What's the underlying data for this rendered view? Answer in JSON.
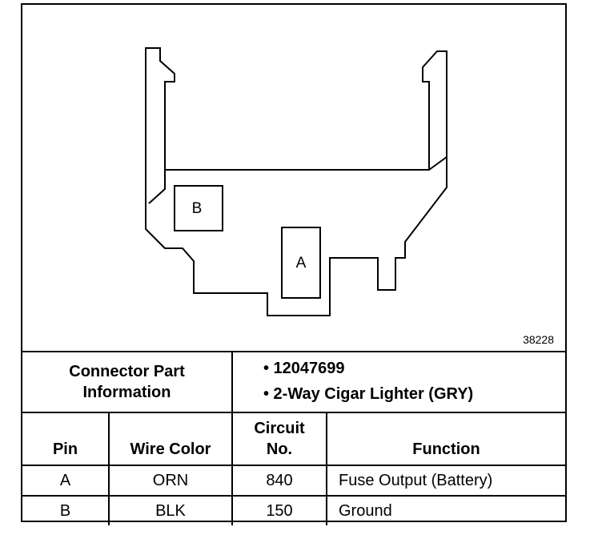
{
  "figure_id": "38228",
  "connector": {
    "pins_labels": [
      "B",
      "A"
    ]
  },
  "part_info": {
    "label_line1": "Connector Part",
    "label_line2": "Information",
    "items": [
      "• 12047699",
      "• 2-Way Cigar Lighter (GRY)"
    ]
  },
  "headers": {
    "pin": "Pin",
    "wire_color": "Wire Color",
    "circuit_line1": "Circuit",
    "circuit_line2": "No.",
    "function": "Function"
  },
  "rows": [
    {
      "pin": "A",
      "wire_color": "ORN",
      "circuit": "840",
      "function": "Fuse Output (Battery)"
    },
    {
      "pin": "B",
      "wire_color": "BLK",
      "circuit": "150",
      "function": "Ground"
    }
  ]
}
